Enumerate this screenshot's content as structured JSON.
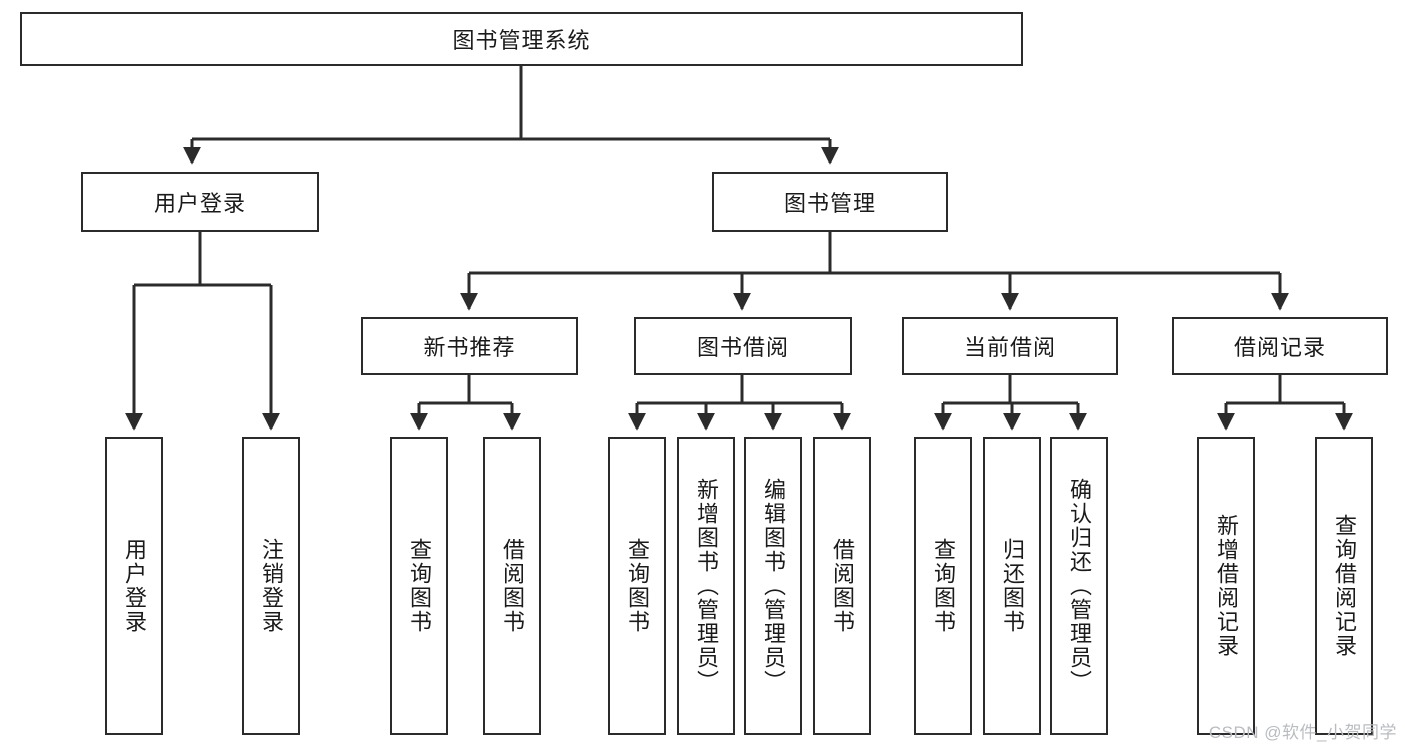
{
  "diagram": {
    "type": "tree",
    "orientation": "top-down",
    "background": "#ffffff",
    "line_color": "#2b2b2b",
    "box_border_color": "#2b2b2b",
    "box_fill": "#ffffff",
    "text_color": "#1a1a1a",
    "root": {
      "id": "root",
      "label": "图书管理系统"
    },
    "level2": [
      {
        "id": "user-login",
        "label": "用户登录"
      },
      {
        "id": "book-manage",
        "label": "图书管理"
      }
    ],
    "level3": [
      {
        "id": "new-book-recommend",
        "label": "新书推荐",
        "parent": "book-manage"
      },
      {
        "id": "book-borrow",
        "label": "图书借阅",
        "parent": "book-manage"
      },
      {
        "id": "current-borrow",
        "label": "当前借阅",
        "parent": "book-manage"
      },
      {
        "id": "borrow-record",
        "label": "借阅记录",
        "parent": "book-manage"
      }
    ],
    "leaves": {
      "user_login": [
        {
          "id": "leaf-user-login",
          "label": "用户登录"
        },
        {
          "id": "leaf-logout-login",
          "label": "注销登录"
        }
      ],
      "new_book_recommend": [
        {
          "id": "leaf-query-book-1",
          "label": "查询图书"
        },
        {
          "id": "leaf-borrow-book-1",
          "label": "借阅图书"
        }
      ],
      "book_borrow": [
        {
          "id": "leaf-query-book-2",
          "label": "查询图书"
        },
        {
          "id": "leaf-add-book",
          "label": "新增图书（管理员）"
        },
        {
          "id": "leaf-edit-book",
          "label": "编辑图书（管理员）"
        },
        {
          "id": "leaf-borrow-book-2",
          "label": "借阅图书"
        }
      ],
      "current_borrow": [
        {
          "id": "leaf-query-book-3",
          "label": "查询图书"
        },
        {
          "id": "leaf-return-book",
          "label": "归还图书"
        },
        {
          "id": "leaf-confirm-return",
          "label": "确认归还（管理员）"
        }
      ],
      "borrow_record": [
        {
          "id": "leaf-add-record",
          "label": "新增借阅记录"
        },
        {
          "id": "leaf-query-record",
          "label": "查询借阅记录"
        }
      ]
    }
  },
  "watermark": {
    "text": "CSDN @软件_小贺同学"
  }
}
